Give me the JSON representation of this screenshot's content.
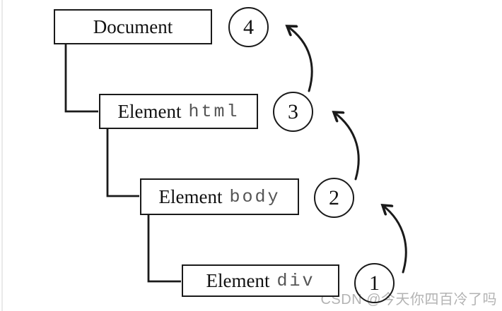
{
  "diagram": {
    "description": "DOM tree with event bubbling order",
    "nodes": [
      {
        "type": "Document",
        "tag": ""
      },
      {
        "type": "Element",
        "tag": "html"
      },
      {
        "type": "Element",
        "tag": "body"
      },
      {
        "type": "Element",
        "tag": "div"
      }
    ],
    "order_markers": [
      "4",
      "3",
      "2",
      "1"
    ],
    "colors": {
      "line": "#1a1a1a",
      "tag_text": "#555555",
      "watermark": "#b3b3b3"
    }
  },
  "watermark": "CSDN @今天你四百冷了吗"
}
